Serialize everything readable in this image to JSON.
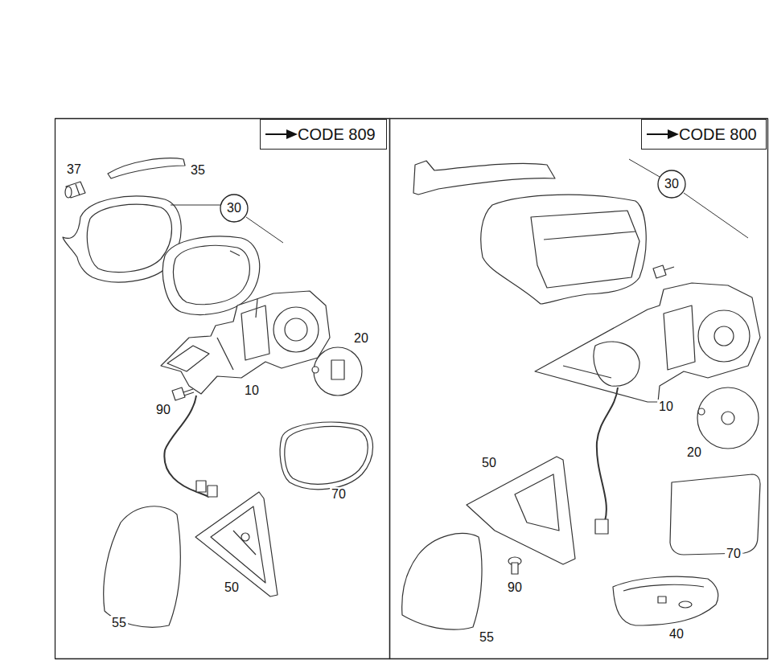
{
  "diagram": {
    "nodes": [
      {
        "text": [
          "CODE 809"
        ]
      },
      {
        "text": [
          "30"
        ]
      },
      {
        "text": [
          "CODE 800"
        ]
      },
      {
        "text": [
          "30"
        ]
      }
    ],
    "labels": [
      "37",
      "35",
      "20",
      "10",
      "90",
      "70",
      "50",
      "55",
      "10",
      "20",
      "50",
      "70",
      "90",
      "55",
      "40"
    ]
  }
}
